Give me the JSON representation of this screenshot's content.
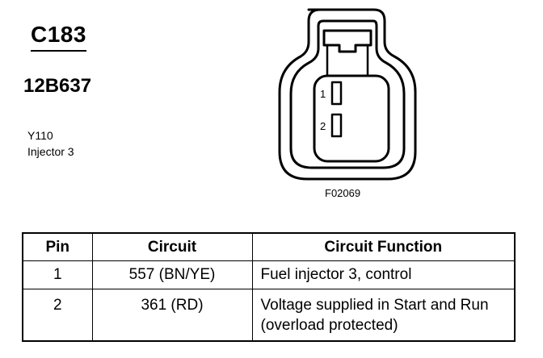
{
  "header": {
    "connector_id": "C183",
    "part_number": "12B637",
    "component_code": "Y110",
    "component_name": "Injector 3"
  },
  "connector": {
    "pins": [
      {
        "label": "1"
      },
      {
        "label": "2"
      }
    ],
    "figure_id": "F02069"
  },
  "table": {
    "headers": [
      "Pin",
      "Circuit",
      "Circuit Function"
    ],
    "rows": [
      {
        "pin": "1",
        "circuit": "557 (BN/YE)",
        "function": "Fuel injector 3, control"
      },
      {
        "pin": "2",
        "circuit": "361 (RD)",
        "function": "Voltage supplied in Start and Run (overload protected)"
      }
    ]
  }
}
